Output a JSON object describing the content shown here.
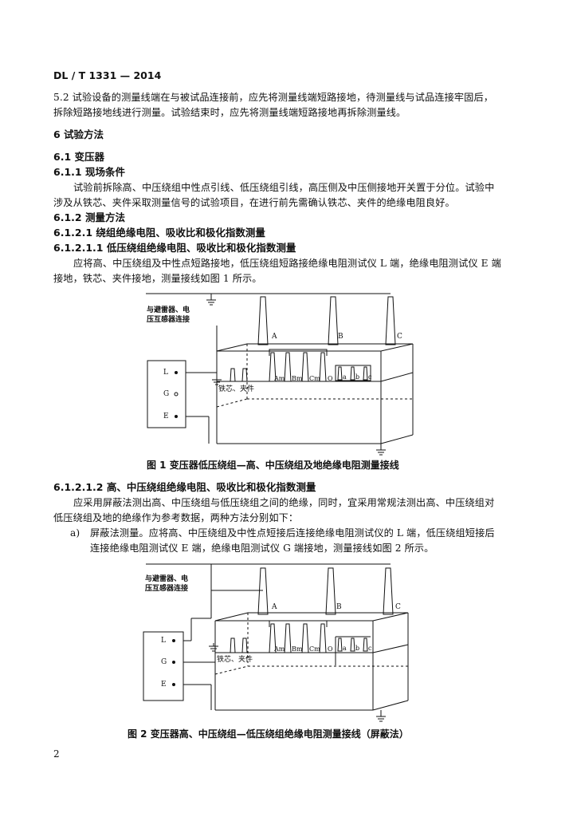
{
  "header": {
    "doc_code": "DL / T 1331 — 2014"
  },
  "section_5_2": {
    "line1": "5.2  试验设备的测量线端在与被试品连接前，应先将测量线端短路接地，待测量线与试品连接牢固后，",
    "line2": "拆除短路接地线进行测量。试验结束时，应先将测量线端短路接地再拆除测量线。"
  },
  "section_6": {
    "title": "6  试验方法"
  },
  "section_6_1": {
    "title": "6.1   变压器"
  },
  "section_6_1_1": {
    "title": "6.1.1   现场条件",
    "line1": "试验前拆除高、中压绕组中性点引线、低压绕组引线，高压侧及中压侧接地开关置于分位。试验中",
    "line2": "涉及从铁芯、夹件采取测量信号的试验项目，在进行前先需确认铁芯、夹件的绝缘电阻良好。"
  },
  "section_6_1_2": {
    "title": "6.1.2   测量方法"
  },
  "section_6_1_2_1": {
    "title": "6.1.2.1   绕组绝缘电阻、吸收比和极化指数测量"
  },
  "section_6_1_2_1_1": {
    "title": "6.1.2.1.1   低压绕组绝缘电阻、吸收比和极化指数测量",
    "line1": "应将高、中压绕组及中性点短路接地，低压绕组短路接绝缘电阻测试仪 L 端，绝缘电阻测试仪 E 端",
    "line2": "接地，铁芯、夹件接地，测量接线如图 1 所示。"
  },
  "figure1": {
    "arrester_label_1": "与避雷器、电",
    "arrester_label_2": "压互感器连接",
    "terminal_L": "L",
    "terminal_G": "G",
    "terminal_E": "E",
    "bushing_A": "A",
    "bushing_B": "B",
    "bushing_C": "C",
    "label_Am": "Am",
    "label_Bm": "Bm",
    "label_Cm": "Cm",
    "label_O": "O",
    "label_a": "a",
    "label_b": "b",
    "label_c": "c",
    "core_label": "铁芯、夹件",
    "caption": "图 1   变压器低压绕组—高、中压绕组及地绝缘电阻测量接线"
  },
  "section_6_1_2_1_2": {
    "title": "6.1.2.1.2   高、中压绕组绝缘电阻、吸收比和极化指数测量",
    "line1": "应采用屏蔽法测出高、中压绕组与低压绕组之间的绝缘，同时，宜采用常规法测出高、中压绕组对",
    "line2": "低压绕组及地的绝缘作为参考数据，两种方法分别如下：",
    "item_a_marker": "a)",
    "item_a_line1": "屏蔽法测量。应将高、中压绕组及中性点短接后连接绝缘电阻测试仪的 L 端，低压绕组短接后",
    "item_a_line2": "连接绝缘电阻测试仪 E 端，绝缘电阻测试仪 G 端接地，测量接线如图 2 所示。"
  },
  "figure2": {
    "arrester_label_1": "与避雷器、电",
    "arrester_label_2": "压互感器连接",
    "terminal_L": "L",
    "terminal_G": "G",
    "terminal_E": "E",
    "bushing_A": "A",
    "bushing_B": "B",
    "bushing_C": "C",
    "label_Am": "Am",
    "label_Bm": "Bm",
    "label_Cm": "Cm",
    "label_O": "O",
    "label_a": "a",
    "label_b": "b",
    "label_c": "c",
    "core_label": "铁芯、夹件",
    "caption": "图 2   变压器高、中压绕组—低压绕组绝缘电阻测量接线（屏蔽法）"
  },
  "footer": {
    "page_number": "2"
  }
}
